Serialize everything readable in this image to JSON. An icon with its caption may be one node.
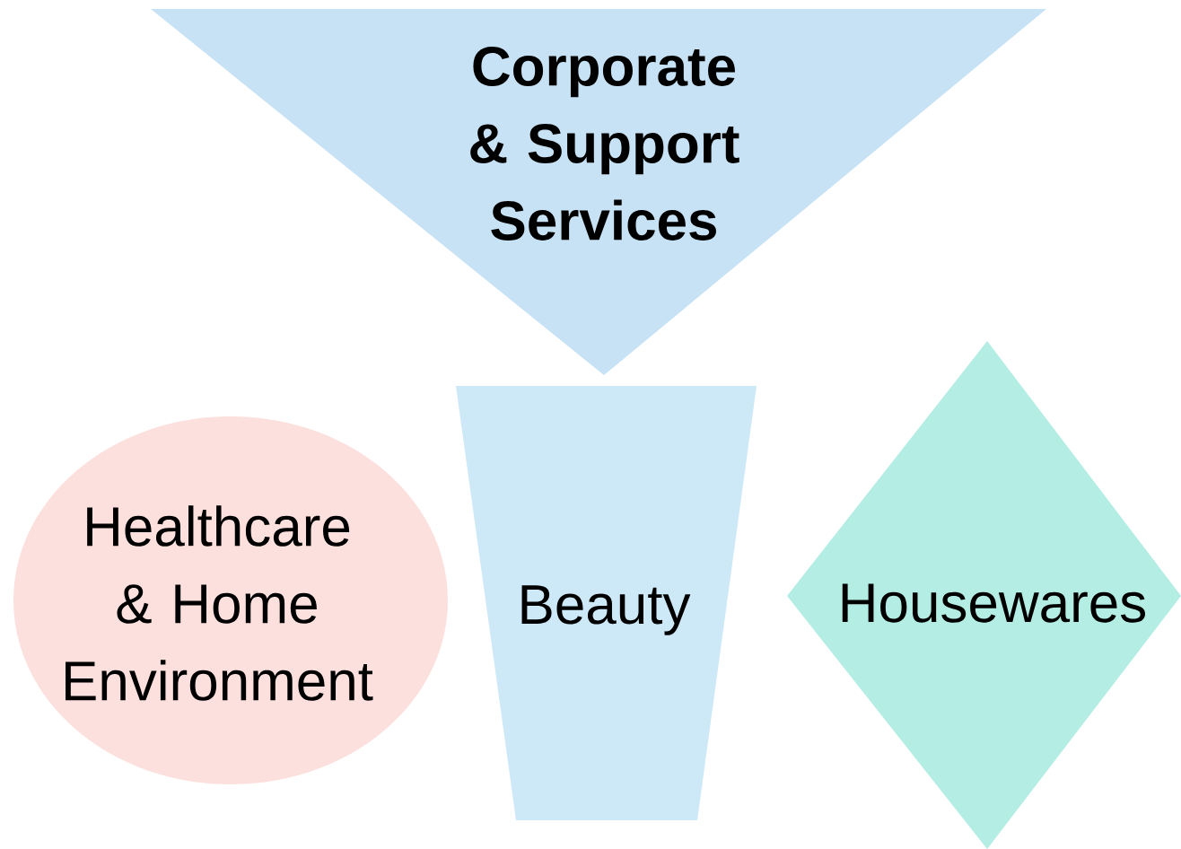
{
  "diagram": {
    "nodes": [
      {
        "text": [
          "Corporate & Support Services"
        ]
      },
      {
        "text": [
          "Healthcare & Home Environment"
        ]
      },
      {
        "text": [
          "Beauty"
        ]
      },
      {
        "text": [
          "Housewares"
        ]
      }
    ]
  }
}
